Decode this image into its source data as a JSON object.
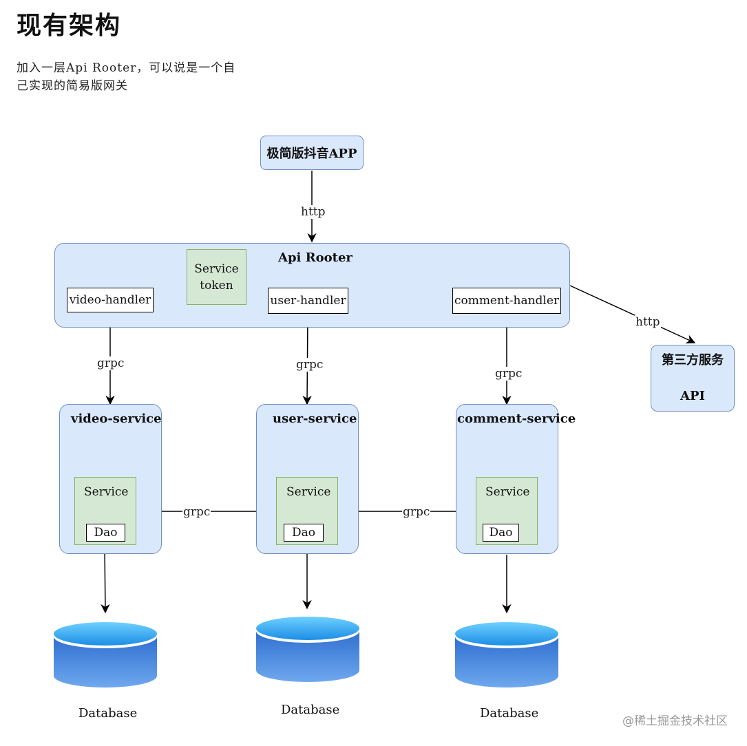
{
  "title": "现有架构",
  "intro_line1": "加入一层Api Rooter，可以说是一个自",
  "intro_line2": "己实现的简易版网关",
  "nodes": {
    "app": "极简版抖音APP",
    "api_rooter": "Api Rooter",
    "service_token_line1": "Service",
    "service_token_line2": "token",
    "video_handler": "video-handler",
    "user_handler": "user-handler",
    "comment_handler": "comment-handler",
    "third_party_line1": "第三方服务",
    "third_party_line2": "API",
    "video_service": "video-service",
    "user_service": "user-service",
    "comment_service": "comment-service",
    "service_label": "Service",
    "dao_label": "Dao",
    "database_label": "Database"
  },
  "edges": {
    "http": "http",
    "grpc": "grpc"
  },
  "watermark": "@稀土掘金技术社区",
  "colors": {
    "blue_fill": "#dae8fc",
    "blue_stroke": "#6c8ebf",
    "green_fill": "#d5e8d4",
    "green_stroke": "#82b366"
  }
}
